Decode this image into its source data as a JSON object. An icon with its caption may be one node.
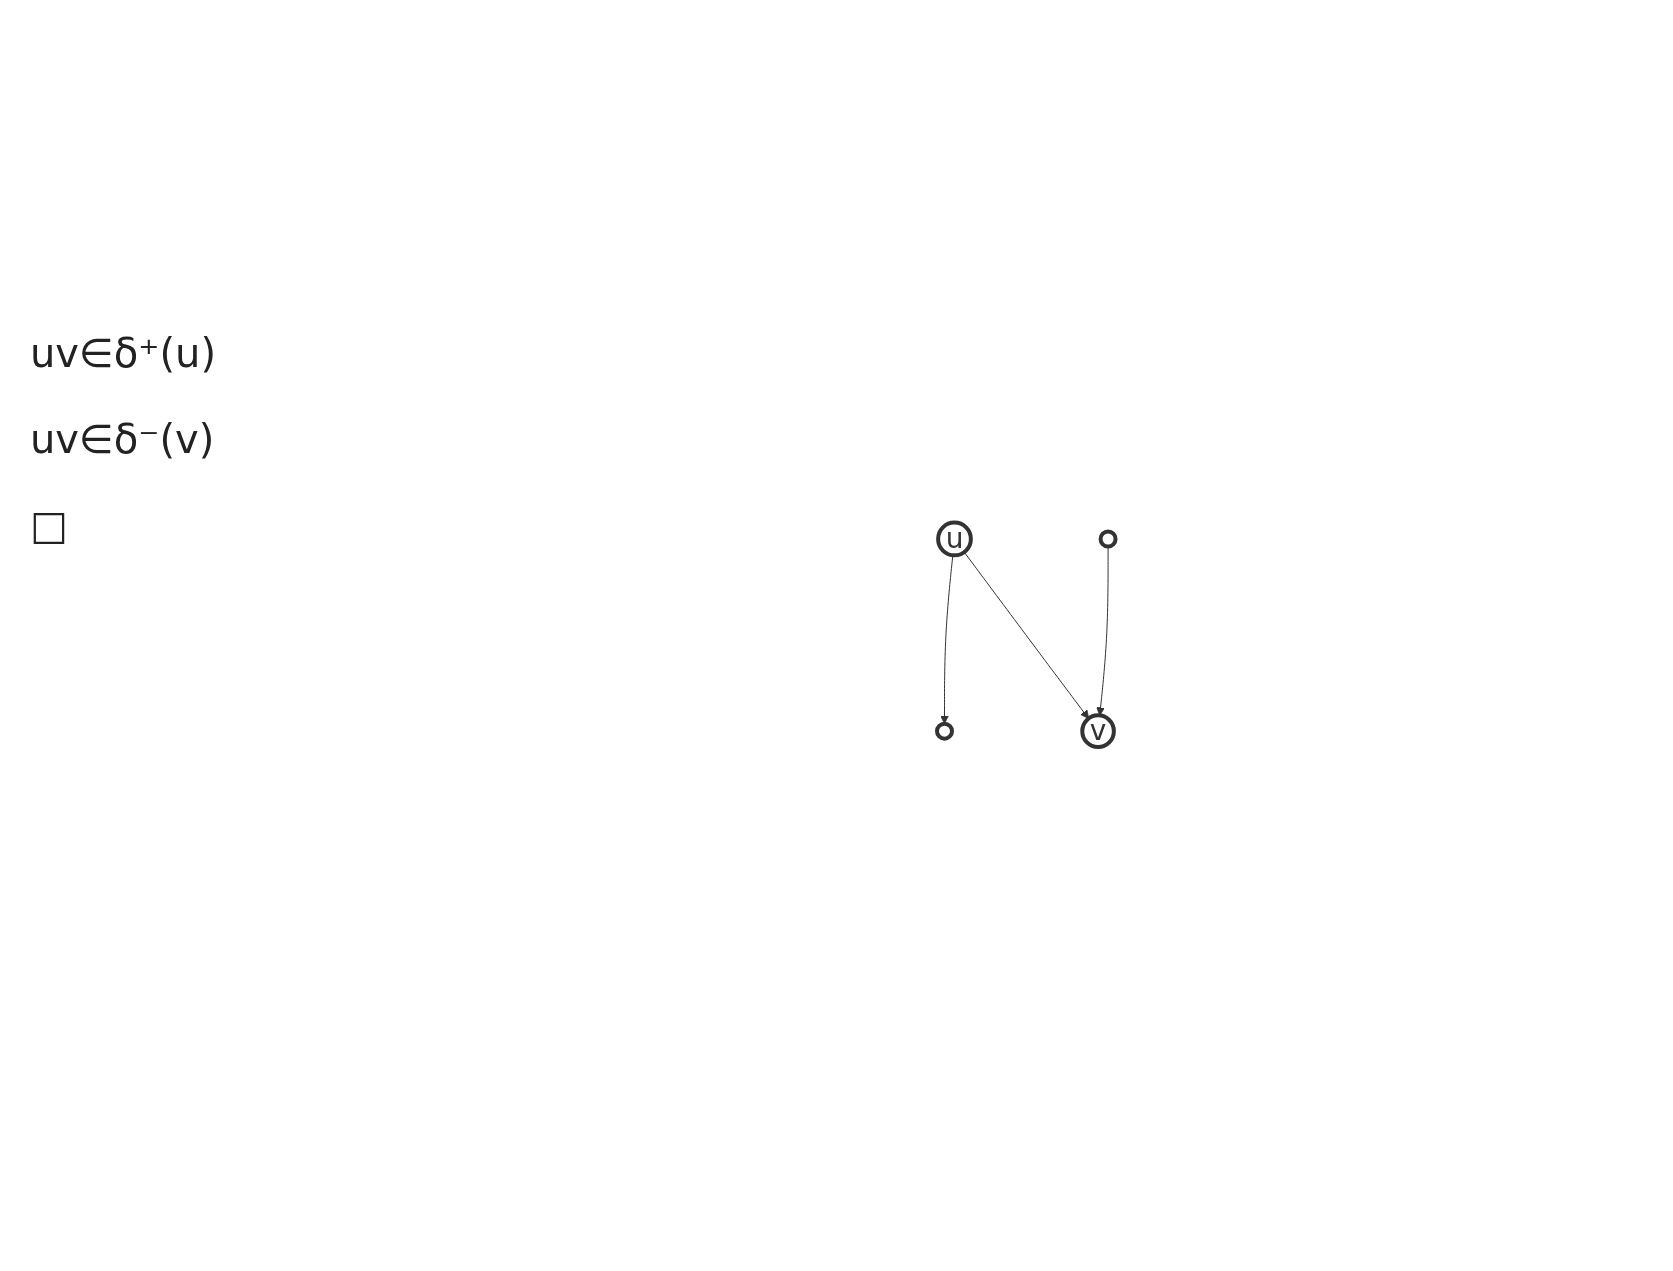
{
  "diagram": {
    "nodes": [
      {
        "text": [],
        "shape": "circle"
      },
      {
        "text": [
          "u"
        ]
      },
      {
        "text": [],
        "shape": "circle"
      },
      {
        "text": [
          "v"
        ]
      }
    ],
    "edges": [
      {
        "from": 1,
        "to": 0,
        "arrow": "to"
      },
      {
        "from": 1,
        "to": 3,
        "arrow": "to"
      },
      {
        "from": 2,
        "to": 3,
        "arrow": "to"
      }
    ],
    "labels": [
      "uv∈δ⁺(u)",
      "uv∈δ⁻(v)",
      "□"
    ]
  }
}
